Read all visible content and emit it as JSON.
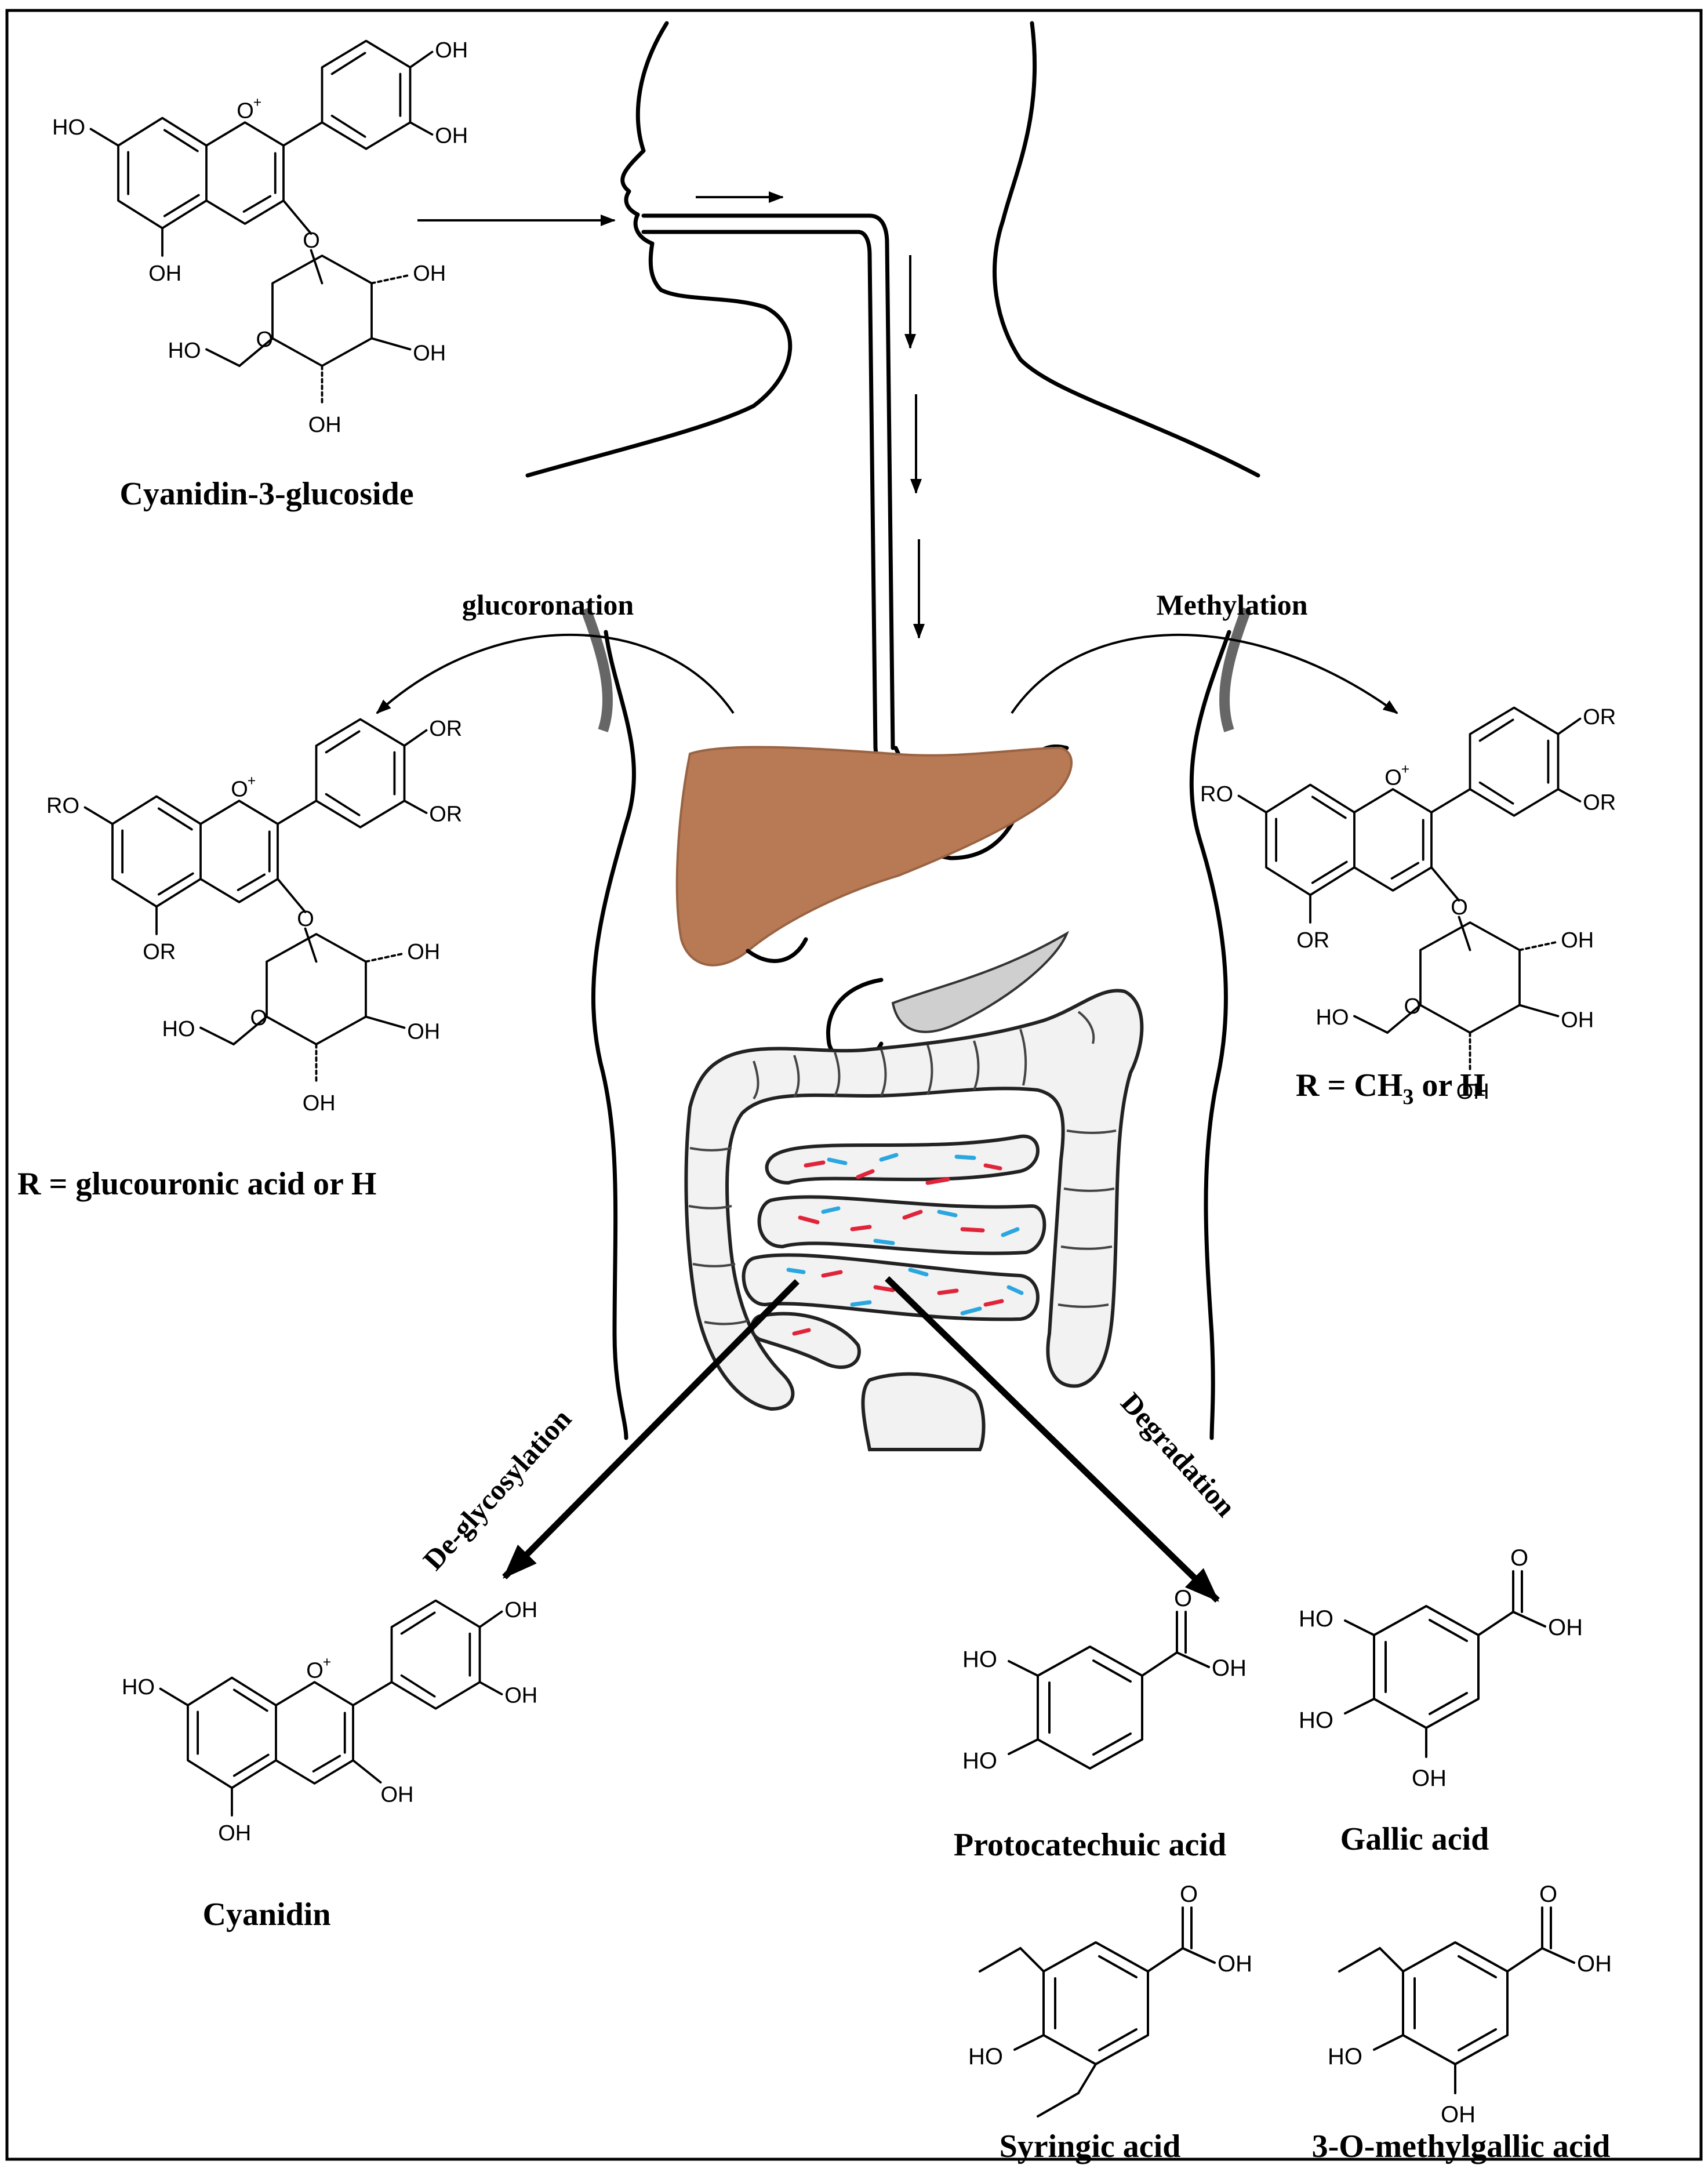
{
  "molecules": {
    "cyanidin_3_glucoside": {
      "name": "Cyanidin-3-glucoside",
      "atoms": [
        "HO",
        "O",
        "+",
        "OH",
        "OH",
        "O",
        "OH",
        "O",
        "OH",
        "HO",
        "OH",
        "OH"
      ]
    },
    "glucuronidated": {
      "atoms": [
        "RO",
        "O",
        "+",
        "OR",
        "OR",
        "O",
        "OR",
        "O",
        "OH",
        "HO",
        "OH",
        "OH"
      ],
      "r_note": "R = glucouronic acid or H"
    },
    "methylated": {
      "atoms": [
        "RO",
        "O",
        "+",
        "OR",
        "OR",
        "O",
        "OR",
        "O",
        "OH",
        "HO",
        "OH",
        "OH"
      ],
      "r_note": "R = CH",
      "r_note_sub": "3",
      "r_note_tail": " or H"
    },
    "cyanidin": {
      "name": "Cyanidin",
      "atoms": [
        "HO",
        "O",
        "+",
        "OH",
        "OH",
        "OH",
        "OH"
      ]
    },
    "protocatechuic_acid": {
      "name": "Protocatechuic acid",
      "atoms": [
        "HO",
        "HO",
        "O",
        "OH"
      ]
    },
    "gallic_acid": {
      "name": "Gallic acid",
      "atoms": [
        "HO",
        "HO",
        "OH",
        "O",
        "OH"
      ]
    },
    "syringic_acid": {
      "name": "Syringic acid",
      "atoms": [
        "HO",
        "O",
        "OH"
      ]
    },
    "methylgallic_acid": {
      "name": "3-O-methylgallic acid",
      "atoms": [
        "HO",
        "OH",
        "O",
        "OH"
      ]
    }
  },
  "processes": {
    "left": "glucoronation",
    "right": "Methylation",
    "deglycosylation": "De-glycosylation",
    "degradation": "Degradation"
  },
  "colors": {
    "liver": "#b87a55",
    "bacteria_red": "#e0243a",
    "bacteria_blue": "#2aa7e0",
    "ink": "#000000"
  }
}
